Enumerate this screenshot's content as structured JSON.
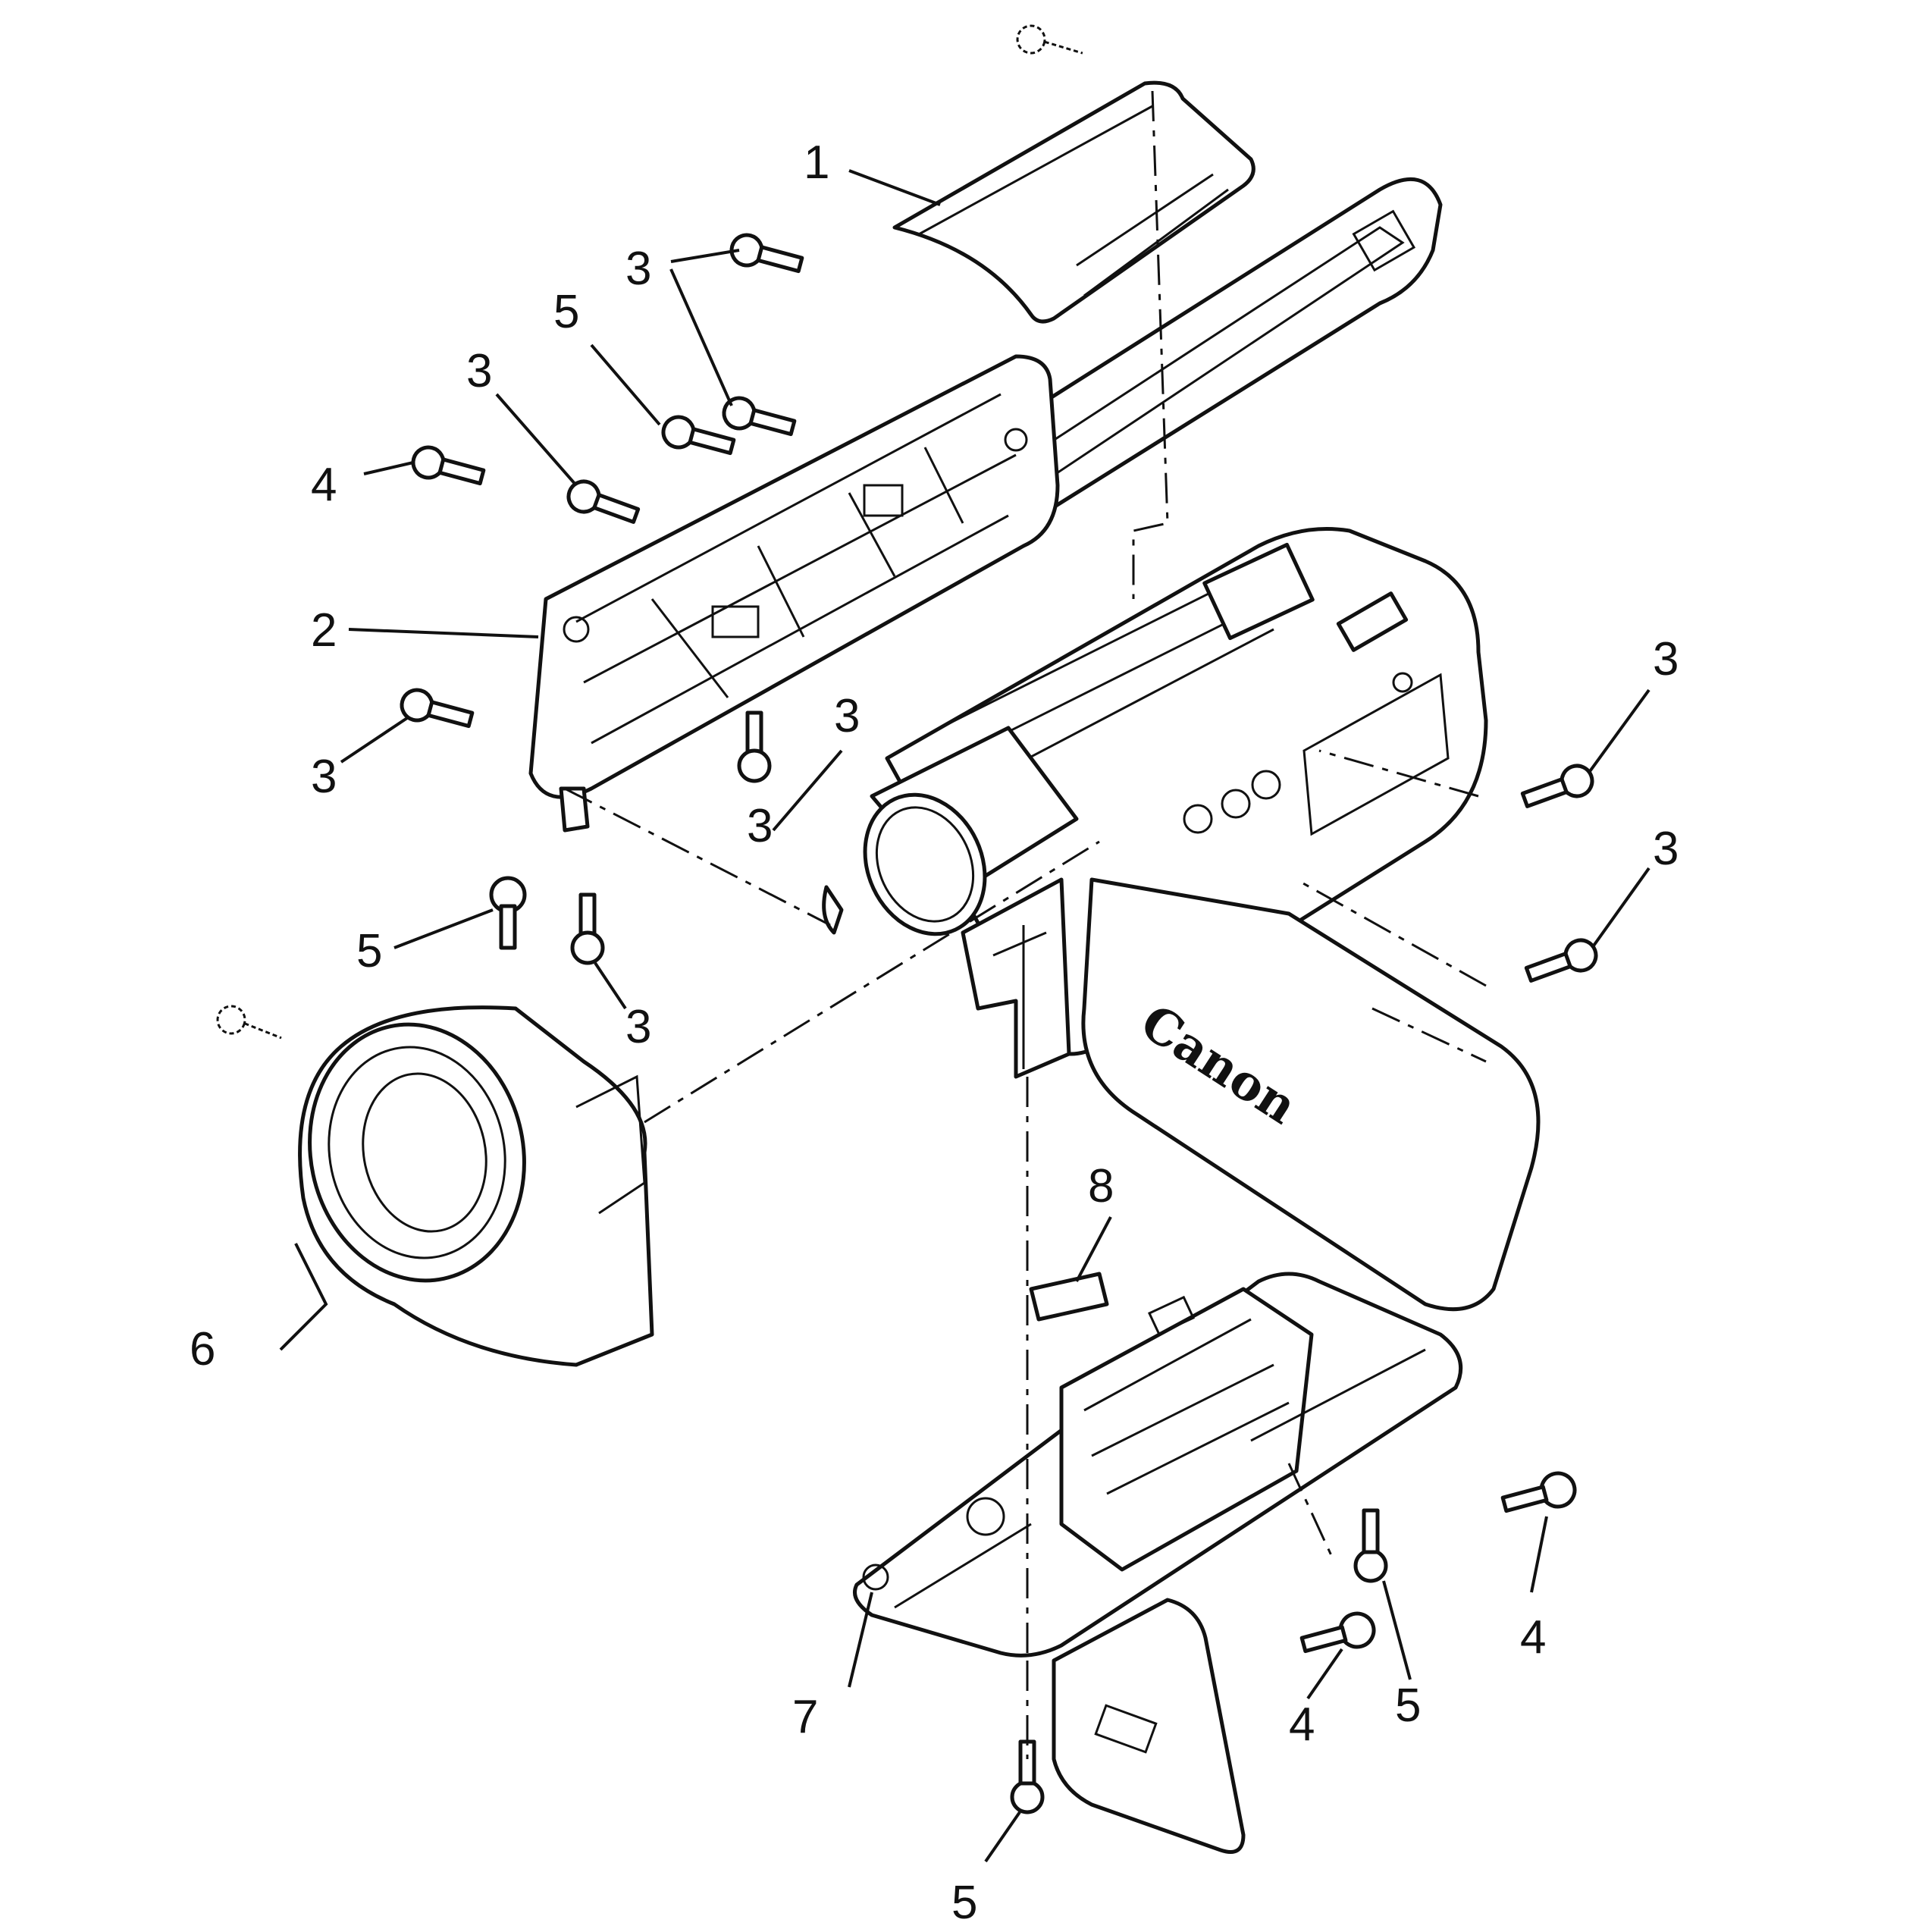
{
  "diagram": {
    "callouts": [
      {
        "id": "c1",
        "text": "1"
      },
      {
        "id": "c2",
        "text": "2"
      },
      {
        "id": "c3a",
        "text": "3"
      },
      {
        "id": "c3b",
        "text": "3"
      },
      {
        "id": "c3c",
        "text": "3"
      },
      {
        "id": "c3d",
        "text": "3"
      },
      {
        "id": "c3e",
        "text": "3"
      },
      {
        "id": "c3f",
        "text": "3"
      },
      {
        "id": "c3g",
        "text": "3"
      },
      {
        "id": "c3h",
        "text": "3"
      },
      {
        "id": "c4a",
        "text": "4"
      },
      {
        "id": "c4b",
        "text": "4"
      },
      {
        "id": "c4c",
        "text": "4"
      },
      {
        "id": "c5a",
        "text": "5"
      },
      {
        "id": "c5b",
        "text": "5"
      },
      {
        "id": "c5c",
        "text": "5"
      },
      {
        "id": "c5d",
        "text": "5"
      },
      {
        "id": "c6",
        "text": "6"
      },
      {
        "id": "c7",
        "text": "7"
      },
      {
        "id": "c8",
        "text": "8"
      }
    ],
    "logo_text": "Canon"
  }
}
